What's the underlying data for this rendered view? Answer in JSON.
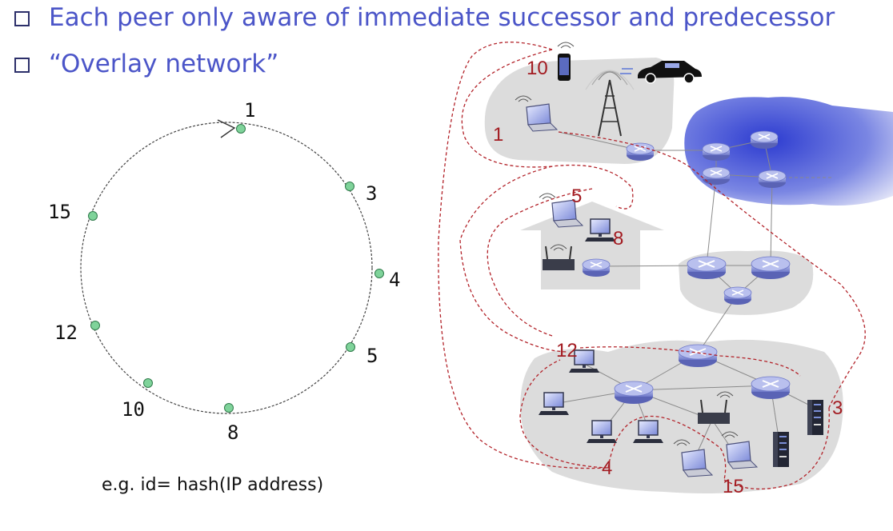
{
  "bullets": [
    "Each peer only aware of immediate successor and predecessor",
    "“Overlay network”"
  ],
  "ring": {
    "node_ids": [
      "1",
      "3",
      "4",
      "5",
      "8",
      "10",
      "12",
      "15"
    ],
    "caption": "e.g. id= hash(IP address)"
  },
  "network": {
    "peer_labels": [
      "10",
      "1",
      "5",
      "8",
      "12",
      "3",
      "4",
      "15"
    ]
  },
  "colors": {
    "bullet_text": "#4b55c8",
    "ring_node": "#7fd39a",
    "overlay_link": "#b3232a",
    "peer_label": "#a31c22",
    "router": "#8a93d6",
    "cloud": "#dcdcdc"
  }
}
